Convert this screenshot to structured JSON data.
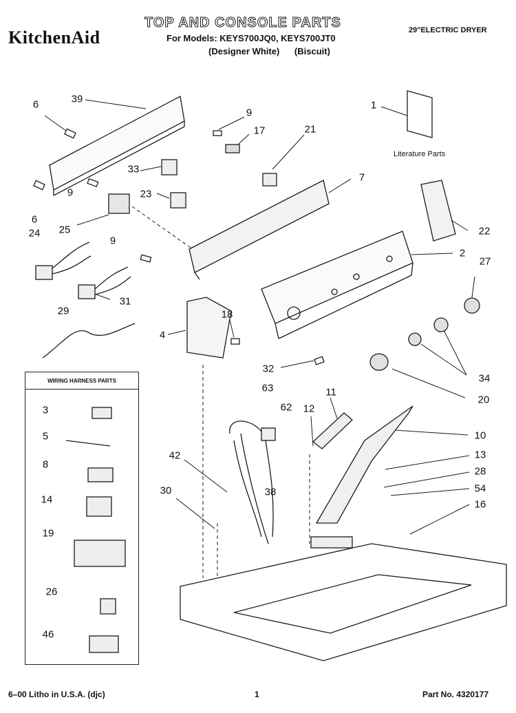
{
  "header": {
    "brand": "KitchenAid",
    "title": "TOP AND CONSOLE PARTS",
    "models_line": "For Models: KEYS700JQ0, KEYS700JT0",
    "variants": [
      "(Designer White)",
      "(Biscuit)"
    ],
    "product_type": "29\"ELECTRIC DRYER"
  },
  "literature_label": "Literature Parts",
  "harness_box_title": "WIRING HARNESS PARTS",
  "footer": {
    "litho": "6–00 Litho in U.S.A. (djc)",
    "page": "1",
    "part_no": "Part No. 4320177"
  },
  "callouts": {
    "c6a": "6",
    "c39": "39",
    "c9a": "9",
    "c17": "17",
    "c21": "21",
    "c1": "1",
    "c33": "33",
    "c23": "23",
    "c7": "7",
    "c9b": "9",
    "c6b": "6",
    "c25": "25",
    "c22": "22",
    "c24": "24",
    "c9c": "9",
    "c2": "2",
    "c27": "27",
    "c31": "31",
    "c29": "29",
    "c18": "18",
    "c4": "4",
    "c32": "32",
    "c34": "34",
    "c20": "20",
    "c63": "63",
    "c11": "11",
    "c12": "12",
    "c62": "62",
    "c10": "10",
    "c42": "42",
    "c13": "13",
    "c28": "28",
    "c38": "38",
    "c30": "30",
    "c54": "54",
    "c16": "16",
    "h3": "3",
    "h5": "5",
    "h8": "8",
    "h14": "14",
    "h19": "19",
    "h26": "26",
    "h46": "46"
  }
}
